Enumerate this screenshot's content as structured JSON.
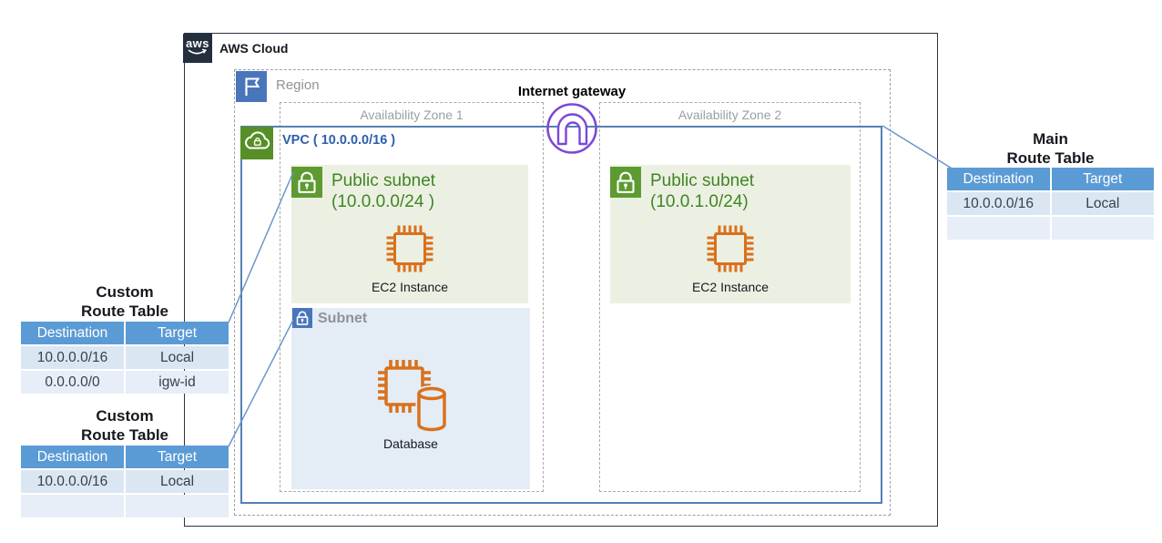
{
  "aws_cloud": {
    "label": "AWS Cloud",
    "logo_text": "aws"
  },
  "region": {
    "label": "Region"
  },
  "internet_gateway": {
    "label": "Internet gateway"
  },
  "availability_zone_1": {
    "label": "Availability Zone 1"
  },
  "availability_zone_2": {
    "label": "Availability Zone 2"
  },
  "vpc": {
    "label": "VPC ( 10.0.0.0/16 )"
  },
  "public_subnet_1": {
    "title": "Public subnet",
    "cidr": "(10.0.0.0/24 )",
    "resource_label": "EC2 Instance"
  },
  "public_subnet_2": {
    "title": "Public subnet",
    "cidr": "(10.0.1.0/24)",
    "resource_label": "EC2 Instance"
  },
  "private_subnet": {
    "label": "Subnet",
    "resource_label": "Database"
  },
  "tables": {
    "custom_upper": {
      "title_line1": "Custom",
      "title_line2": "Route Table",
      "headers": [
        "Destination",
        "Target"
      ],
      "rows": [
        [
          "10.0.0.0/16",
          "Local"
        ],
        [
          "0.0.0.0/0",
          "igw-id"
        ]
      ]
    },
    "custom_lower": {
      "title_line1": "Custom",
      "title_line2": "Route Table",
      "headers": [
        "Destination",
        "Target"
      ],
      "rows": [
        [
          "10.0.0.0/16",
          "Local"
        ],
        [
          "",
          ""
        ]
      ]
    },
    "main": {
      "title_line1": "Main",
      "title_line2": "Route Table",
      "headers": [
        "Destination",
        "Target"
      ],
      "rows": [
        [
          "10.0.0.0/16",
          "Local"
        ],
        [
          "",
          ""
        ]
      ]
    }
  },
  "colors": {
    "aws_dark": "#232f3e",
    "region_icon_blue": "#4976ba",
    "vpc_border_blue": "#5580b4",
    "vpc_label_blue": "#2d5fae",
    "public_subnet_bg": "#ecf0e2",
    "public_subnet_text": "#3f8624",
    "subnet_lock_green": "#5d9b31",
    "vpc_icon_green": "#568f27",
    "private_subnet_bg": "#e4edf6",
    "resource_orange": "#d9711d",
    "igw_purple": "#7b48d8",
    "table_header_blue": "#5b9bd5",
    "table_row_blue": "#dbe6f3",
    "table_row_light": "#e8eef7",
    "connector_blue": "#6b96cc"
  }
}
